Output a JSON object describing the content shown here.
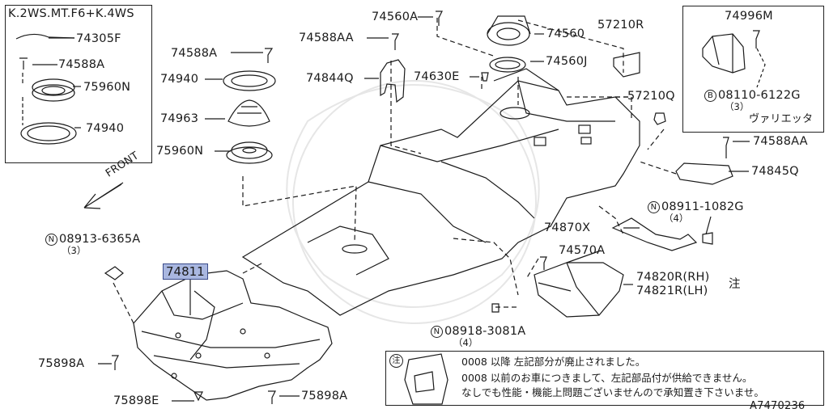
{
  "diagram": {
    "inset_title": "K.2WS.MT.F6+K.4WS",
    "ref_code": "A7470236",
    "front_label": "FRONT",
    "highlighted_part": "74811",
    "parts": {
      "p74305F": "74305F",
      "p74588A_inset": "74588A",
      "p75960N_inset": "75960N",
      "p74940_inset": "74940",
      "p74588A": "74588A",
      "p74940": "74940",
      "p74963": "74963",
      "p75960N": "75960N",
      "p74560A": "74560A",
      "p74588AA_top": "74588AA",
      "p74844Q": "74844Q",
      "p74630E": "74630E",
      "p74560": "74560",
      "p74560J": "74560J",
      "p57210R": "57210R",
      "p57210Q": "57210Q",
      "p74996M": "74996M",
      "p08110": "08110-6122G",
      "p08110_qty": "（3）",
      "p08110_circle": "B",
      "variety": "ヴァリエッタ",
      "p74588AA_right": "74588AA",
      "p74845Q": "74845Q",
      "p08911": "08911-1082G",
      "p08911_qty": "（4）",
      "p08911_circle": "N",
      "p74870X": "74870X",
      "p74570A": "74570A",
      "p74820R": "74820R(RH)",
      "p74821R": "74821R(LH)",
      "note_mark": "注",
      "p08913": "08913-6365A",
      "p08913_qty": "（3）",
      "p08913_circle": "N",
      "p08918": "08918-3081A",
      "p08918_qty": "（4）",
      "p08918_circle": "N",
      "p75898A_left": "75898A",
      "p75898E": "75898E",
      "p75898A_bottom": "75898A"
    },
    "note": {
      "mark": "注",
      "line1": "0008 以降 左記部分が廃止されました。",
      "line2": "0008 以前のお車につきまして、左記部品付が供給できません。",
      "line3": "なしでも性能・機能上問題ございませんので承知置き下さいませ。"
    }
  }
}
